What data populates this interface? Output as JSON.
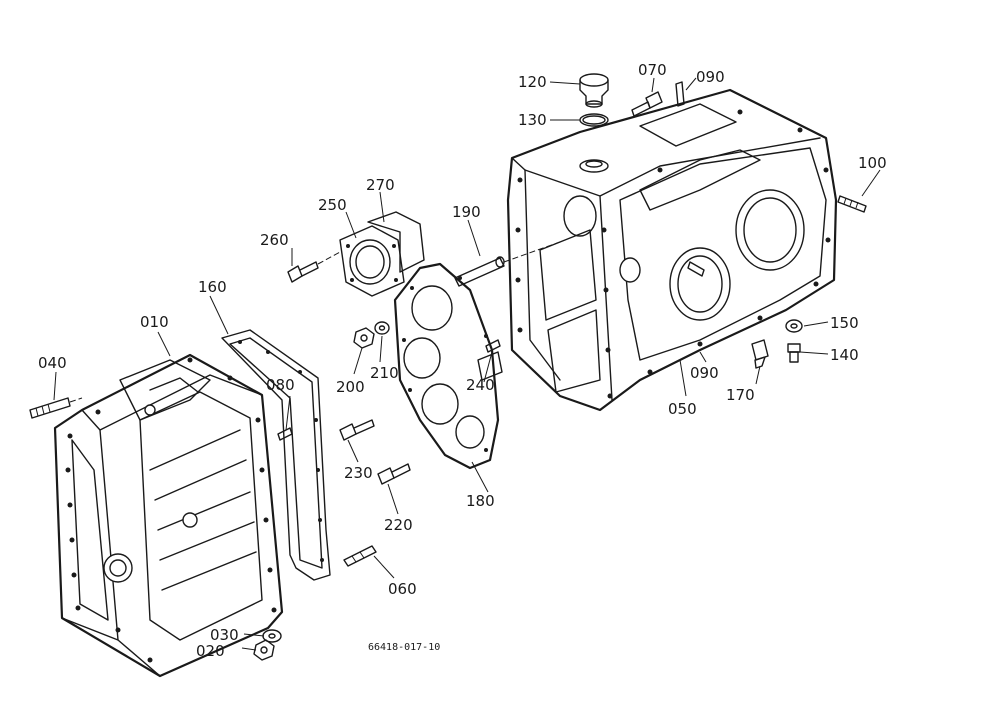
{
  "callouts": {
    "c010": "010",
    "c020": "020",
    "c030": "030",
    "c040": "040",
    "c050": "050",
    "c060": "060",
    "c070": "070",
    "c080": "080",
    "c090a": "090",
    "c090b": "090",
    "c100": "100",
    "c120": "120",
    "c130": "130",
    "c140": "140",
    "c150": "150",
    "c160": "160",
    "c170": "170",
    "c180": "180",
    "c190": "190",
    "c200": "200",
    "c210": "210",
    "c220": "220",
    "c230": "230",
    "c240": "240",
    "c250": "250",
    "c260": "260",
    "c270": "270"
  },
  "drawing_number": "66418-017-10"
}
